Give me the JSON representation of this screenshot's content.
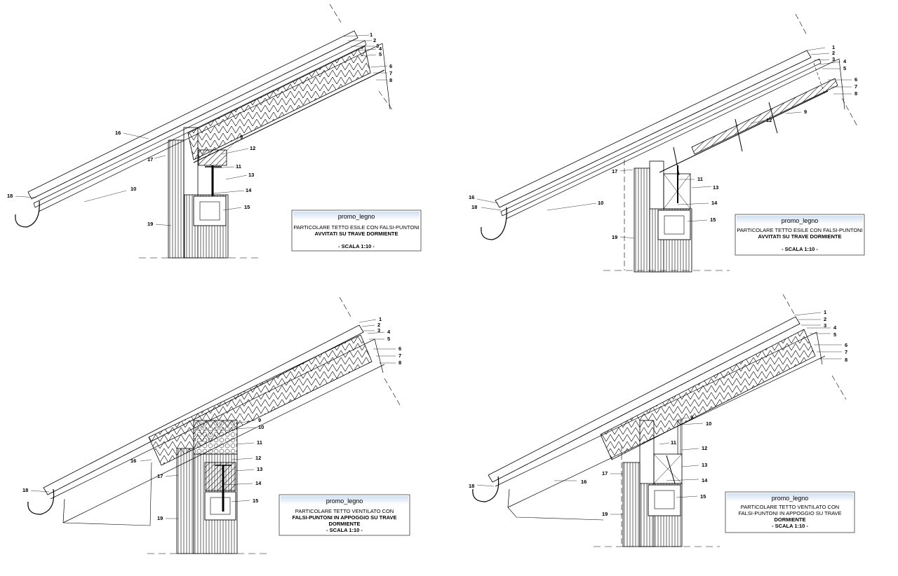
{
  "sheet": {
    "details": [
      {
        "id": "detail-1",
        "brand": "promo_legno",
        "title_lines": [
          "PARTICOLARE TETTO ESILE CON FALSI-PUNTONI",
          "AVVITATI SU TRAVE DORMIENTE"
        ],
        "scale": "- SCALA 1:10 -",
        "labels": [
          "1",
          "2",
          "3",
          "4",
          "5",
          "6",
          "7",
          "8",
          "9",
          "10",
          "11",
          "12",
          "13",
          "14",
          "15",
          "16",
          "17",
          "18",
          "19"
        ]
      },
      {
        "id": "detail-2",
        "brand": "promo_legno",
        "title_lines": [
          "PARTICOLARE TETTO ESILE CON FALSI-PUNTONI",
          "AVVITATI SU TRAVE DORMIENTE"
        ],
        "scale": "- SCALA 1:10 -",
        "labels": [
          "1",
          "2",
          "3",
          "4",
          "5",
          "6",
          "7",
          "8",
          "9",
          "10",
          "11",
          "12",
          "13",
          "14",
          "15",
          "16",
          "17",
          "18",
          "19"
        ]
      },
      {
        "id": "detail-3",
        "brand": "promo_legno",
        "title_lines": [
          "PARTICOLARE TETTO VENTILATO CON",
          "FALSI-PUNTONI IN APPOGGIO SU TRAVE",
          "DORMIENTE"
        ],
        "scale": "- SCALA 1:10 -",
        "labels": [
          "1",
          "2",
          "3",
          "4",
          "5",
          "6",
          "7",
          "8",
          "9",
          "10",
          "11",
          "12",
          "13",
          "14",
          "15",
          "16",
          "17",
          "18",
          "19"
        ]
      },
      {
        "id": "detail-4",
        "brand": "promo_legno",
        "title_lines": [
          "PARTICOLARE TETTO VENTILATO CON",
          "FALSI-PUNTONI IN APPOGGIO SU TRAVE",
          "DORMIENTE"
        ],
        "scale": "- SCALA 1:10 -",
        "labels": [
          "1",
          "2",
          "3",
          "4",
          "5",
          "6",
          "7",
          "8",
          "9",
          "10",
          "11",
          "12",
          "13",
          "14",
          "15",
          "16",
          "17",
          "18",
          "19"
        ]
      }
    ]
  }
}
